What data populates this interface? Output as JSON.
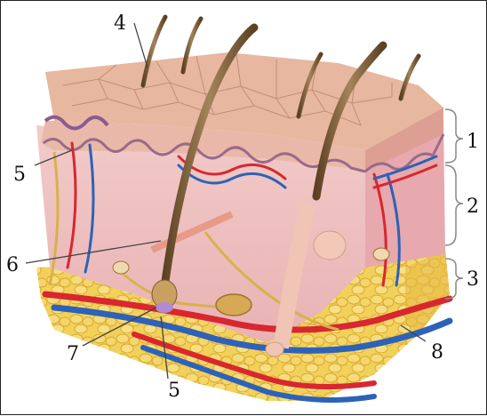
{
  "labels": [
    "1",
    "2",
    "3",
    "4",
    "5",
    "5",
    "6",
    "7",
    "8"
  ],
  "colors": {
    "epidermis_top": "#e8b7a0",
    "epidermis_side": "#e9b8a8",
    "dermis": "#efc3c2",
    "dermis_shadow": "#e2aab0",
    "fat": "#f2d15a",
    "fat_dark": "#d9a933",
    "artery": "#d8272f",
    "vein": "#2d62b8",
    "nerve": "#d7b24a",
    "hair": "#7b5b32",
    "grid_line": "#b27c66"
  }
}
